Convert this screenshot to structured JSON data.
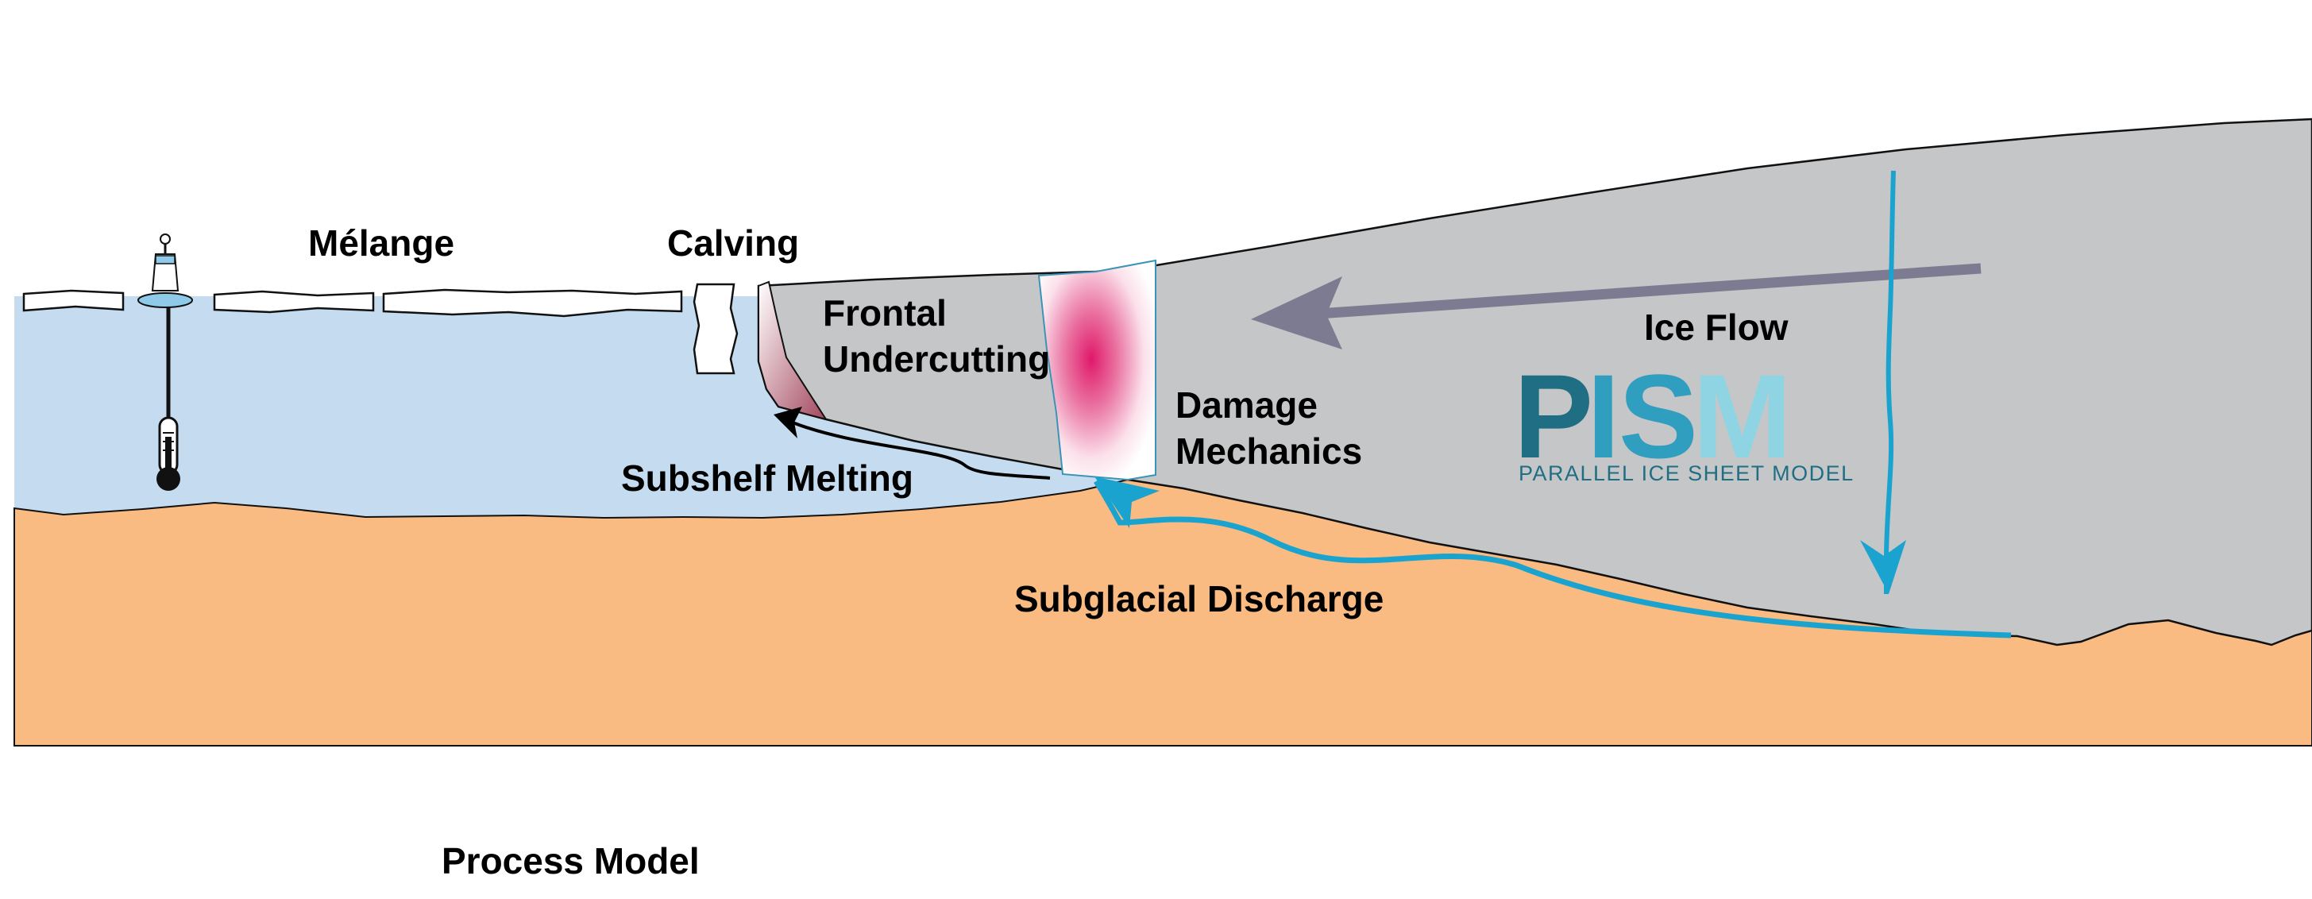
{
  "labels": {
    "melange": "Mélange",
    "calving": "Calving",
    "frontal_undercutting_1": "Frontal",
    "frontal_undercutting_2": "Undercutting",
    "damage_mechanics_1": "Damage",
    "damage_mechanics_2": "Mechanics",
    "ice_flow": "Ice Flow",
    "subshelf_melting": "Subshelf Melting",
    "subglacial_discharge": "Subglacial Discharge",
    "process_model": "Process Model"
  },
  "logo": {
    "letter_p": "P",
    "letter_i": "I",
    "letter_s": "S",
    "letter_m": "M",
    "subtitle": "PARALLEL ICE SHEET MODEL"
  },
  "colors": {
    "ocean": "#c5dcf0",
    "bed": "#f9bb82",
    "ice": "#c5c6c8",
    "discharge": "#1aa3cf",
    "ice_flow_arrow": "#7d7b92",
    "damage": "#e0186a",
    "logo_dark": "#1f6e83",
    "logo_mid": "#2f9ebf",
    "logo_light": "#8ed4e2"
  },
  "icons": [
    "buoy-icon",
    "thermometer-icon"
  ]
}
